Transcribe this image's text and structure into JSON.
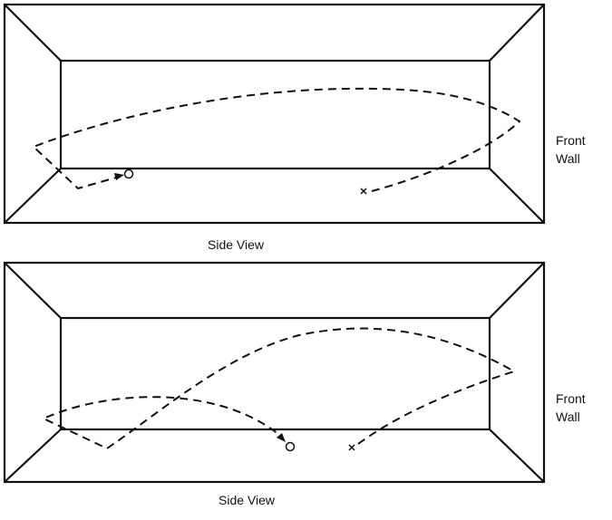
{
  "diagrams": [
    {
      "front_wall_label_line1": "Front",
      "front_wall_label_line2": "Wall",
      "side_view_label": "Side View"
    },
    {
      "front_wall_label_line1": "Front",
      "front_wall_label_line2": "Wall",
      "side_view_label": "Side View"
    }
  ]
}
